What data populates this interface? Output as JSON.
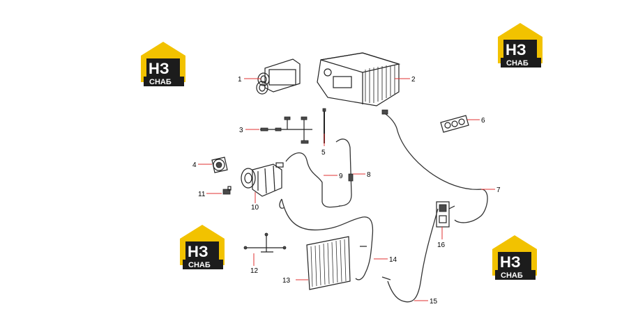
{
  "logo": {
    "letters": "НЗ",
    "word": "СНАБ",
    "colors": {
      "house": "#f2c200",
      "dark": "#1c1c1c",
      "white": "#ffffff"
    }
  },
  "callouts": [
    {
      "id": "1"
    },
    {
      "id": "2"
    },
    {
      "id": "3"
    },
    {
      "id": "4"
    },
    {
      "id": "5"
    },
    {
      "id": "6"
    },
    {
      "id": "7"
    },
    {
      "id": "8"
    },
    {
      "id": "9"
    },
    {
      "id": "10"
    },
    {
      "id": "11"
    },
    {
      "id": "12"
    },
    {
      "id": "13"
    },
    {
      "id": "14"
    },
    {
      "id": "15"
    },
    {
      "id": "16"
    }
  ],
  "colors": {
    "leader": "#e03030",
    "line": "#222222"
  }
}
